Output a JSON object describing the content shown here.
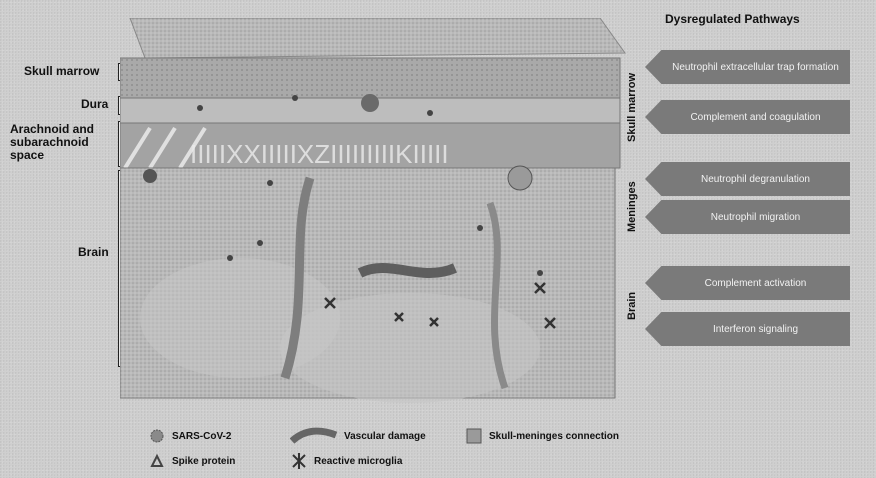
{
  "layers": {
    "skull_marrow": "Skull marrow",
    "dura": "Dura",
    "arachnoid": "Arachnoid and subarachnoid space",
    "brain": "Brain"
  },
  "pathways": {
    "title": "Dysregulated Pathways",
    "items": [
      "Neutrophil extracellular trap formation",
      "Complement and coagulation",
      "Neutrophil degranulation",
      "Neutrophil migration",
      "Complement activation",
      "Interferon signaling"
    ],
    "groups": [
      "Skull marrow",
      "Meninges",
      "Brain"
    ]
  },
  "legend": {
    "sars": "SARS-CoV-2",
    "spike": "Spike protein",
    "vascular": "Vascular damage",
    "microglia": "Reactive microglia",
    "connection": "Skull-meninges connection"
  }
}
